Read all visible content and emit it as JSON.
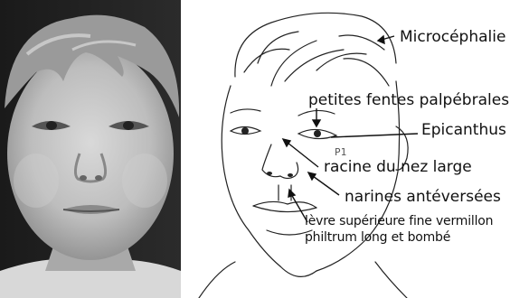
{
  "figure": {
    "photo_alt": "child-face-photo",
    "sketch_alt": "child-face-drawing",
    "labels": {
      "microcephaly": "Microcéphalie",
      "palpebral": "petites fentes palpébrales",
      "epicanthus": "Epicanthus",
      "nasal_root": "racine du nez large",
      "nostrils": "narines antéversées",
      "upper_lip": "lèvre supérieure fine vermillon",
      "philtrum": "philtrum long et bombé"
    },
    "handwritten_mark": "P1"
  }
}
